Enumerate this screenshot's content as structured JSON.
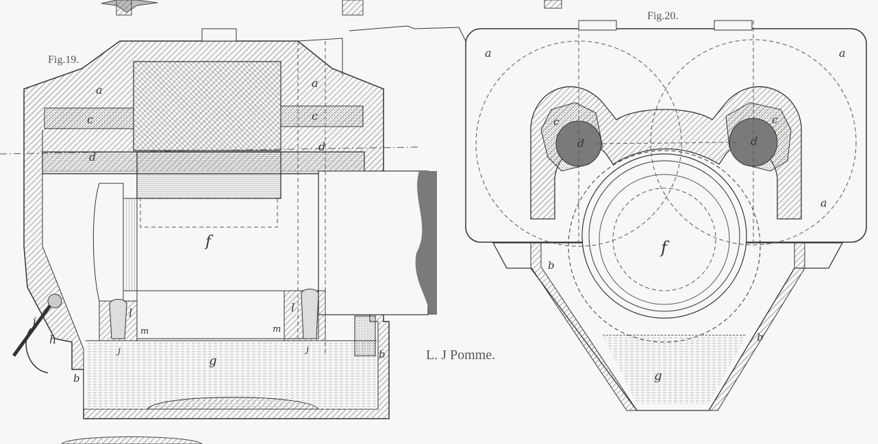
{
  "figures": {
    "fig19": {
      "caption": "Fig.19.",
      "labels": {
        "a1": "a",
        "a2": "a",
        "c1": "c",
        "c2": "c",
        "d1": "d",
        "d2": "d",
        "f": "f",
        "g": "g",
        "h": "h",
        "i": "i",
        "b1": "b",
        "b2": "b",
        "l1": "l",
        "l2": "l",
        "m1": "m",
        "m2": "m",
        "j1": "j",
        "j2": "j"
      }
    },
    "fig20": {
      "caption": "Fig.20.",
      "labels": {
        "a1": "a",
        "a2": "a",
        "a3": "a",
        "c1": "c",
        "c2": "c",
        "d1": "d",
        "d2": "d",
        "f": "f",
        "b1": "b",
        "b2": "b",
        "g": "g"
      }
    }
  },
  "signature": "L. J Pomme.",
  "colors": {
    "line": "#333333",
    "hatch": "#555555",
    "water": "#a8a8a8",
    "dark": "#7a7a7a",
    "paper": "#f7f7f5"
  }
}
